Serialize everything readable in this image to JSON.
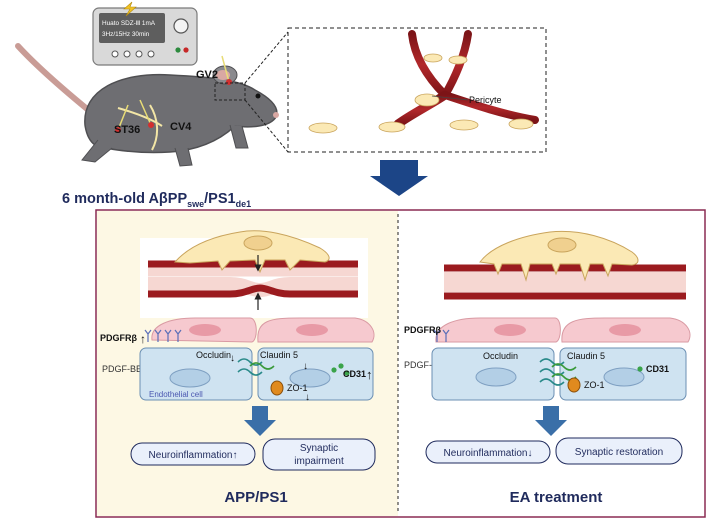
{
  "device": {
    "line1": "Huato SDZ-Ⅲ  1mA",
    "line2": "3Hz/15Hz  30min"
  },
  "acupoints": [
    "GV2",
    "ST36",
    "CV4"
  ],
  "mouse_label": {
    "main": "6 month-old AβPP",
    "sub1": "swe",
    "mid": "/PS1",
    "sub2": "de1"
  },
  "zoom_panel": {
    "pericyte_label": "Pericyte"
  },
  "left_panel": {
    "receptor_label": "PDGFRβ",
    "ligand_label": "PDGF-BB",
    "occludin_label": "Occludin",
    "claudin_label": "Claudin 5",
    "zo1_label": "ZO-1",
    "cd31_label": "CD31",
    "endothelial_label": "Endothelial cell",
    "outcome1": "Neuroinflammation↑",
    "outcome2_line1": "Synaptic",
    "outcome2_line2": "impairment",
    "title": "APP/PS1"
  },
  "right_panel": {
    "receptor_label": "PDGFRβ",
    "ligand_label": "PDGF-BB",
    "occludin_label": "Occludin",
    "claudin_label": "Claudin 5",
    "zo1_label": "ZO-1",
    "cd31_label": "CD31",
    "outcome1": "Neuroinflammation↓",
    "outcome2": "Synaptic restoration",
    "title": "EA treatment"
  },
  "colors": {
    "vessel": "#9b1b1f",
    "vessel_inner": "#f6d7d2",
    "pericyte": "#fbe9b5",
    "pericyte_stroke": "#c9a45c",
    "endothelial": "#cfe3f1",
    "endothelial_stroke": "#6b8fb3",
    "pink_cell": "#f6c9cf",
    "panel_border": "#8a2b52",
    "left_bg": "#fdf8e4",
    "arrow_blue": "#1c4587",
    "text_navy": "#1f2a5c"
  }
}
